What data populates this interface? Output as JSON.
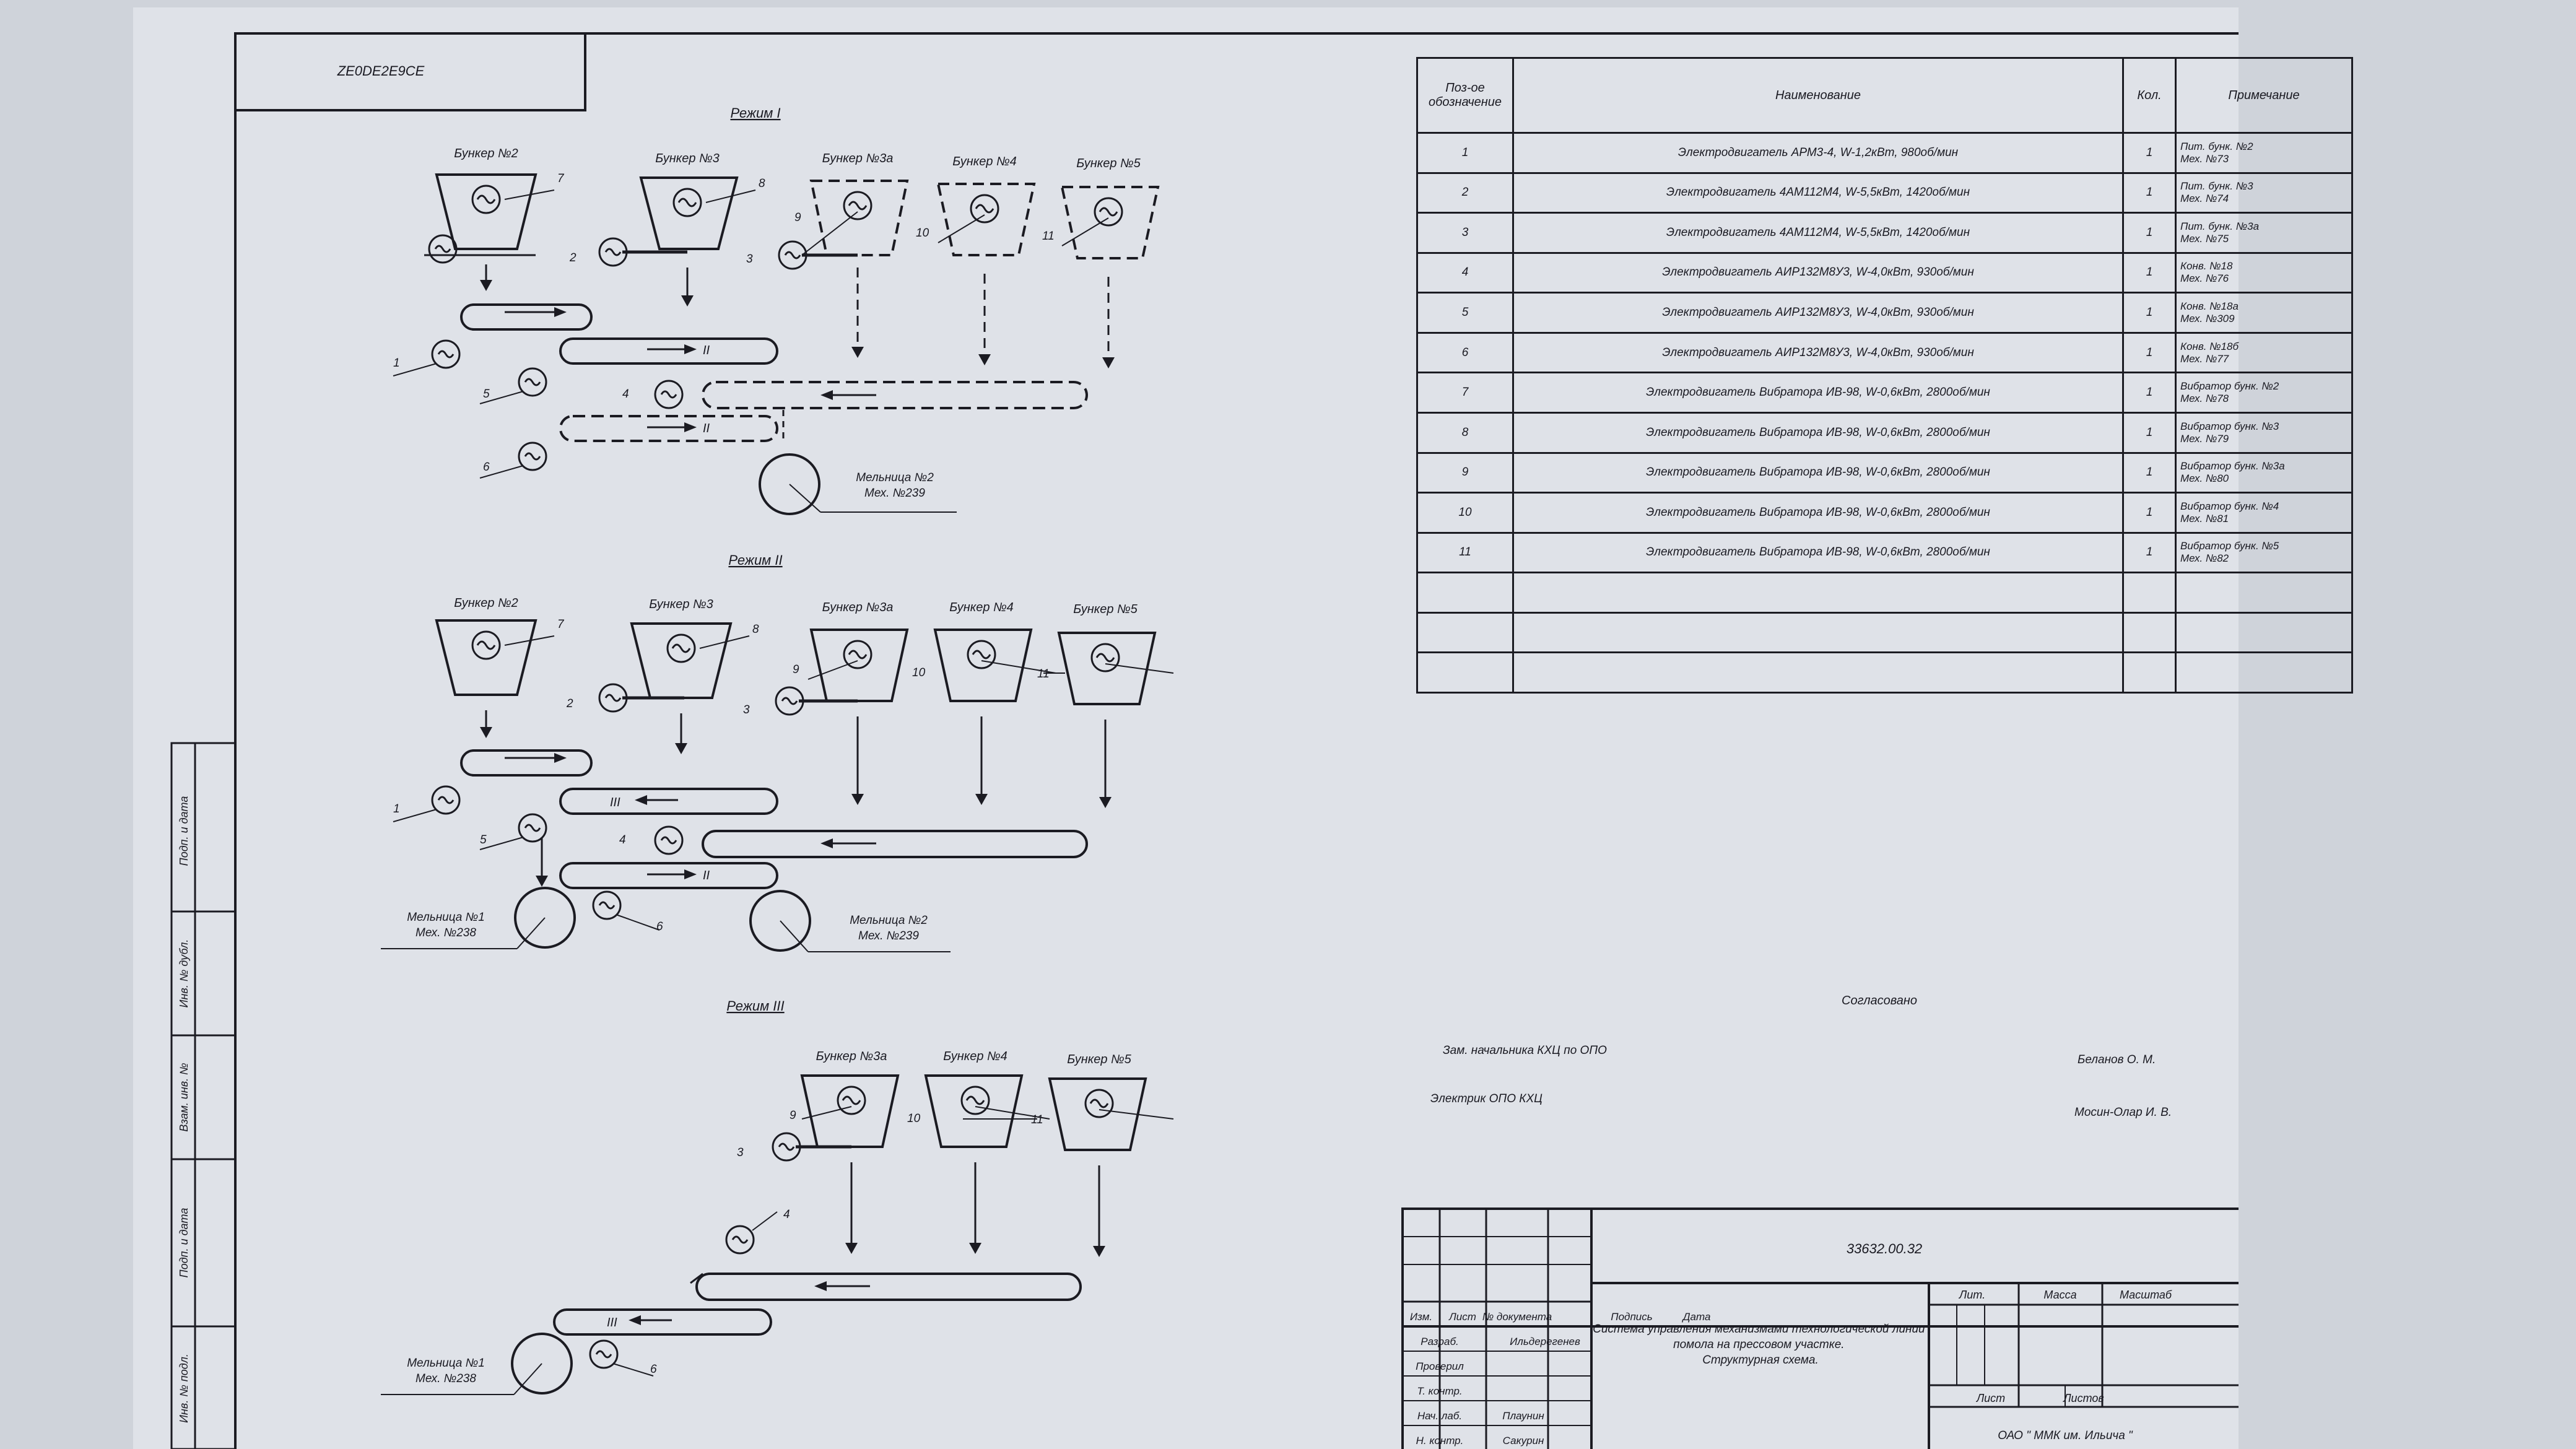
{
  "frame": {
    "code_box": "ZE0DE2E9CE"
  },
  "modes": [
    {
      "title": "Режим I",
      "bunkers": [
        "Бункер №2",
        "Бункер №3",
        "Бункер №3а",
        "Бункер №4",
        "Бункер №5"
      ],
      "mill": "Мельница №2\nМех. №239",
      "motor_numbers": [
        "1",
        "2",
        "3",
        "4",
        "5",
        "6",
        "7",
        "8",
        "9",
        "10",
        "11"
      ],
      "conveyor_labels": [
        "II",
        "II"
      ]
    },
    {
      "title": "Режим II",
      "bunkers": [
        "Бункер №2",
        "Бункер №3",
        "Бункер №3а",
        "Бункер №4",
        "Бункер №5"
      ],
      "mill_left": "Мельница №1\nМех. №238",
      "mill_right": "Мельница №2\nМех. №239",
      "motor_numbers": [
        "1",
        "2",
        "3",
        "4",
        "5",
        "6",
        "7",
        "8",
        "9",
        "10",
        "11"
      ],
      "conveyor_labels": [
        "III",
        "II"
      ]
    },
    {
      "title": "Режим III",
      "bunkers": [
        "Бункер №3а",
        "Бункер №4",
        "Бункер №5"
      ],
      "mill_left": "Мельница №1\nМех. №238",
      "motor_numbers": [
        "3",
        "4",
        "6",
        "9",
        "10",
        "11"
      ],
      "conveyor_labels": [
        "III"
      ]
    }
  ],
  "spec_table": {
    "headers": [
      "Поз-ое обозначение",
      "Наименование",
      "Кол.",
      "Примечание"
    ],
    "rows": [
      {
        "pos": "1",
        "name": "Электродвигатель АРМ3-4, W-1,2кВт, 980об/мин",
        "qty": "1",
        "note": "Пит. бунк. №2\nМех. №73"
      },
      {
        "pos": "2",
        "name": "Электродвигатель 4АМ112М4, W-5,5кВт, 1420об/мин",
        "qty": "1",
        "note": "Пит. бунк. №3\nМех. №74"
      },
      {
        "pos": "3",
        "name": "Электродвигатель 4АМ112М4, W-5,5кВт, 1420об/мин",
        "qty": "1",
        "note": "Пит. бунк. №3а\nМех. №75"
      },
      {
        "pos": "4",
        "name": "Электродвигатель АИР132М8У3, W-4,0кВт, 930об/мин",
        "qty": "1",
        "note": "Конв. №18\nМех. №76"
      },
      {
        "pos": "5",
        "name": "Электродвигатель АИР132М8У3, W-4,0кВт, 930об/мин",
        "qty": "1",
        "note": "Конв. №18а\nМех. №309"
      },
      {
        "pos": "6",
        "name": "Электродвигатель АИР132М8У3, W-4,0кВт, 930об/мин",
        "qty": "1",
        "note": "Конв. №18б\nМех. №77"
      },
      {
        "pos": "7",
        "name": "Электродвигатель Вибратора ИВ-98, W-0,6кВт, 2800об/мин",
        "qty": "1",
        "note": "Вибратор бунк. №2\nМех. №78"
      },
      {
        "pos": "8",
        "name": "Электродвигатель Вибратора ИВ-98, W-0,6кВт, 2800об/мин",
        "qty": "1",
        "note": "Вибратор бунк. №3\nМех. №79"
      },
      {
        "pos": "9",
        "name": "Электродвигатель Вибратора ИВ-98, W-0,6кВт, 2800об/мин",
        "qty": "1",
        "note": "Вибратор бунк. №3а\nМех. №80"
      },
      {
        "pos": "10",
        "name": "Электродвигатель Вибратора ИВ-98, W-0,6кВт, 2800об/мин",
        "qty": "1",
        "note": "Вибратор бунк. №4\nМех. №81"
      },
      {
        "pos": "11",
        "name": "Электродвигатель Вибратора ИВ-98, W-0,6кВт, 2800об/мин",
        "qty": "1",
        "note": "Вибратор бунк. №5\nМех. №82"
      },
      {
        "pos": "",
        "name": "",
        "qty": "",
        "note": ""
      },
      {
        "pos": "",
        "name": "",
        "qty": "",
        "note": ""
      },
      {
        "pos": "",
        "name": "",
        "qty": "",
        "note": ""
      }
    ]
  },
  "approval": {
    "heading": "Согласовано",
    "rows": [
      {
        "role": "Зам. начальника КХЦ по ОПО",
        "name": "Беланов О. М."
      },
      {
        "role": "Электрик ОПО КХЦ",
        "name": "Мосин-Олар И. В."
      }
    ]
  },
  "left_strip": [
    "Подп. и дата",
    "Инв. № дубл.",
    "Взам. инв. №",
    "Подп. и дата",
    "Инв. № подл."
  ],
  "title_block": {
    "doc_number": "33632.00.32",
    "title": "Система управления механизмами технологической линии помола на прессовом участке.\nСтруктурная схема.",
    "col_headers": [
      "Изм.",
      "Лист",
      "№ документа",
      "Подпись",
      "Дата"
    ],
    "roles": [
      {
        "role": "Разраб.",
        "name": "Ильдерегенев"
      },
      {
        "role": "Проверил",
        "name": ""
      },
      {
        "role": "Т. контр.",
        "name": ""
      },
      {
        "role": "Нач. лаб.",
        "name": "Плаунин"
      },
      {
        "role": "Н. контр.",
        "name": "Сакурин"
      }
    ],
    "lit": "Лит.",
    "mass": "Масса",
    "scale": "Масштаб",
    "sheet": "Лист",
    "sheets": "Листов",
    "org": "ОАО \" ММК им. Ильича \""
  }
}
